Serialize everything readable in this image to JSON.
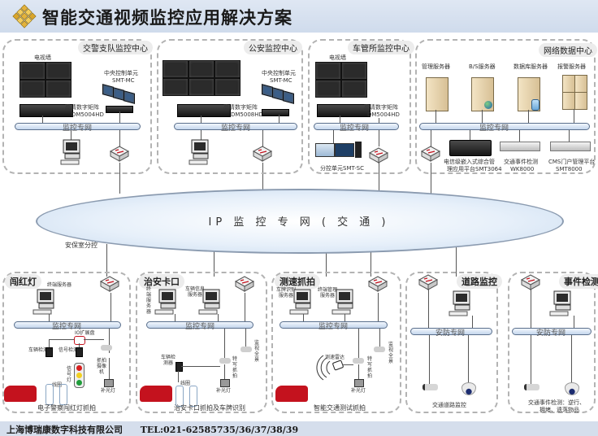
{
  "header": {
    "title": "智能交通视频监控应用解决方案",
    "logo_icon": "gold-cube-icon"
  },
  "footer": {
    "company": "上海博瑞康数字科技有限公司",
    "tel": "TEL:021-62585735/36/37/38/39"
  },
  "core_network": {
    "label": "IP 监 控 专 网 ( 交 通 )",
    "side_label": "安保室分控"
  },
  "top_zones": [
    {
      "title": "交警支队监控中心",
      "video_wall_label": "电视墙",
      "control_unit_label": "中央控制单元",
      "control_unit_model": "SMT-MC",
      "matrix_label": "高清数字矩阵",
      "matrix_model": "DM5004HD",
      "bus_label": "监控专网"
    },
    {
      "title": "公安监控中心",
      "control_unit_label": "中央控制单元",
      "control_unit_model": "SMT-MC",
      "matrix_label": "高清数字矩阵",
      "matrix_model": "DM5008HD",
      "bus_label": "监控专网"
    },
    {
      "title": "车管所监控中心",
      "video_wall_label": "电视墙",
      "matrix_label": "高清数字矩阵",
      "matrix_model": "DM5004HD",
      "sub_control_label": "分控单元SMT-SC",
      "bus_label": "监控专网"
    },
    {
      "title": "网络数据中心",
      "servers": [
        "管理服务器",
        "B/S服务器",
        "数据库服务器",
        "报警服务器"
      ],
      "bus_label": "监控专网",
      "appliances": [
        {
          "line1": "电信级嵌入式综合管",
          "line2": "理应用平台SMT3064"
        },
        {
          "line1": "交通事件检测",
          "line2": "WK8000"
        },
        {
          "line1": "CMS门户管理平台",
          "line2": "SMT8000"
        }
      ]
    }
  ],
  "bottom_zones": [
    {
      "title": "闯红灯",
      "server_label": "终端服务器",
      "bus_label": "监控专网",
      "io_label": "IO扩展盘",
      "detector1_label": "车辆检测器",
      "detector2_label": "信号检测器",
      "camera_label": "抓拍摄像机",
      "light_label": "信号灯",
      "coil_label": "线圈",
      "coil1": "检测线圈",
      "coil2": "检测线圈",
      "flash_label": "补光灯",
      "caption": "电子警察闯红灯抓拍"
    },
    {
      "title": "治安卡口",
      "server1_label": "终端服务器",
      "server2_label": "车辆信息服务器",
      "bus_label": "监控专网",
      "camera1_label": "监视全景",
      "detector_label": "车辆检测器",
      "camera2_label": "特写抓拍",
      "coil_label": "线圈",
      "coil1": "检测线圈",
      "coil2": "检测线圈",
      "flash_label": "补光灯",
      "caption": "治安卡口抓拍及车牌识别"
    },
    {
      "title": "测速抓拍",
      "server1_label": "车牌识别服务器",
      "server2_label": "终端管理服务器",
      "bus_label": "监控专网",
      "camera1_label": "监视全景",
      "radar_label": "测速雷达",
      "camera2_label": "特写抓拍",
      "flash_label": "补光灯",
      "caption": "智能交通测试抓拍"
    },
    {
      "title": "道路监控",
      "bus_label": "安防专网",
      "caption": "交通道路监控"
    },
    {
      "title": "事件检测",
      "bus_label": "安防专网",
      "caption_line1": "交通事件检测：逆行、",
      "caption_line2": "拥堵、遗落物品"
    }
  ]
}
